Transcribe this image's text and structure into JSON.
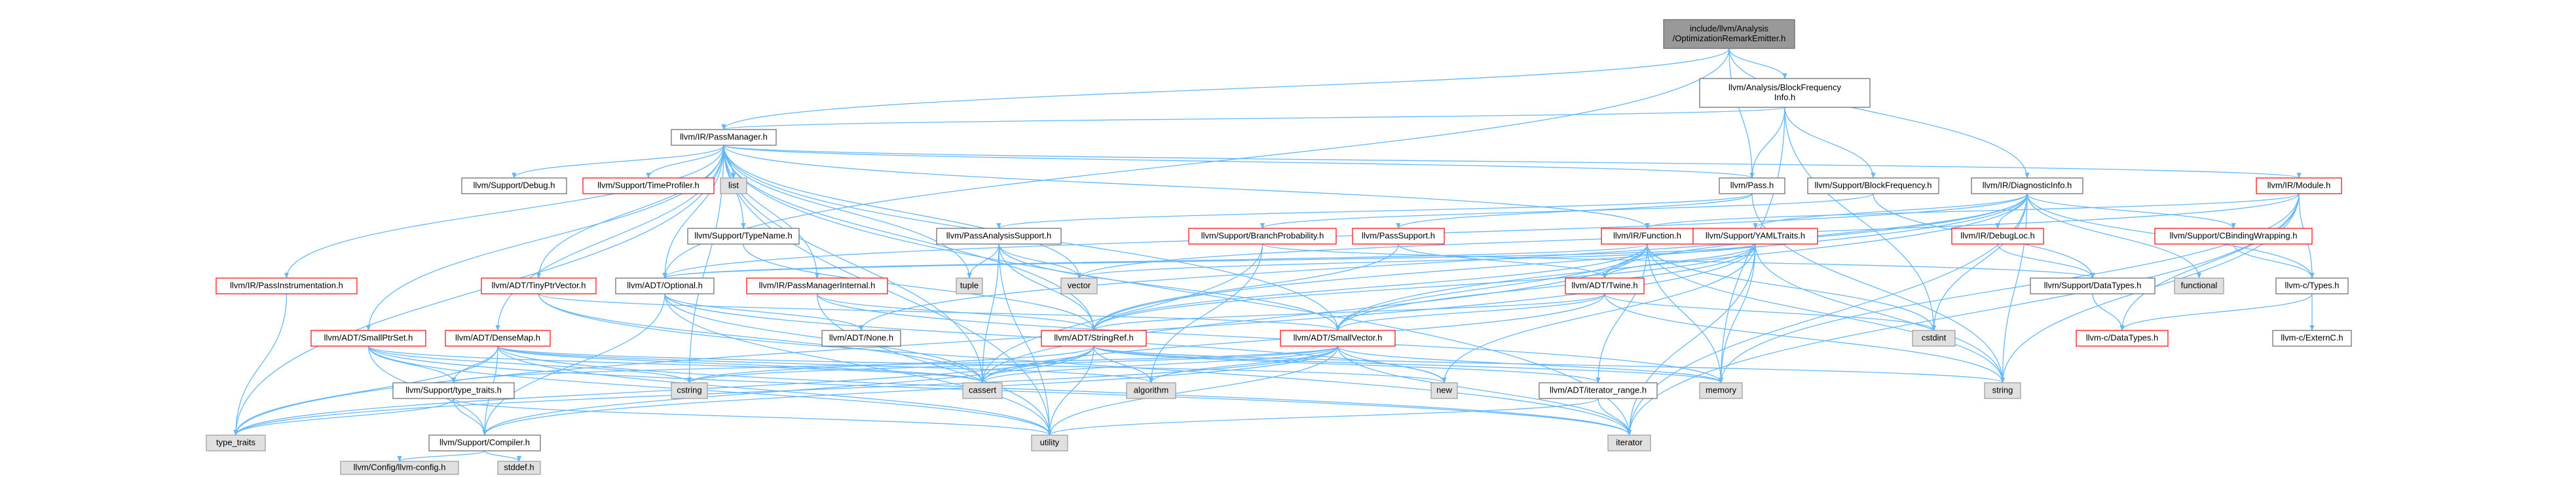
{
  "colors": {
    "edge": "#63b8ff",
    "node_border": "#666666",
    "node_fill": "#ffffff",
    "system_fill": "#e0e0e0",
    "system_border": "#999999",
    "truncated_border": "#ff0000",
    "root_fill": "#999999",
    "root_border": "#666666",
    "text": "#000000"
  },
  "nodes": [
    {
      "id": "root",
      "label": [
        "include/llvm/Analysis",
        "/OptimizationRemarkEmitter.h"
      ],
      "kind": "root"
    },
    {
      "id": "bfi",
      "label": [
        "llvm/Analysis/BlockFrequency",
        "Info.h"
      ],
      "kind": "normal"
    },
    {
      "id": "pm",
      "label": [
        "llvm/IR/PassManager.h"
      ],
      "kind": "normal"
    },
    {
      "id": "debug",
      "label": [
        "llvm/Support/Debug.h"
      ],
      "kind": "normal"
    },
    {
      "id": "tprof",
      "label": [
        "llvm/Support/TimeProfiler.h"
      ],
      "kind": "truncated"
    },
    {
      "id": "list",
      "label": [
        "list"
      ],
      "kind": "system"
    },
    {
      "id": "pass",
      "label": [
        "llvm/Pass.h"
      ],
      "kind": "normal"
    },
    {
      "id": "bfreq",
      "label": [
        "llvm/Support/BlockFrequency.h"
      ],
      "kind": "normal"
    },
    {
      "id": "diag",
      "label": [
        "llvm/IR/DiagnosticInfo.h"
      ],
      "kind": "normal"
    },
    {
      "id": "module",
      "label": [
        "llvm/IR/Module.h"
      ],
      "kind": "truncated"
    },
    {
      "id": "typename",
      "label": [
        "llvm/Support/TypeName.h"
      ],
      "kind": "normal"
    },
    {
      "id": "pas",
      "label": [
        "llvm/PassAnalysisSupport.h"
      ],
      "kind": "normal"
    },
    {
      "id": "bprob",
      "label": [
        "llvm/Support/BranchProbability.h"
      ],
      "kind": "truncated"
    },
    {
      "id": "psup",
      "label": [
        "llvm/PassSupport.h"
      ],
      "kind": "truncated"
    },
    {
      "id": "func",
      "label": [
        "llvm/IR/Function.h"
      ],
      "kind": "truncated"
    },
    {
      "id": "yaml",
      "label": [
        "llvm/Support/YAMLTraits.h"
      ],
      "kind": "truncated"
    },
    {
      "id": "debugloc",
      "label": [
        "llvm/IR/DebugLoc.h"
      ],
      "kind": "truncated"
    },
    {
      "id": "cbind",
      "label": [
        "llvm/Support/CBindingWrapping.h"
      ],
      "kind": "truncated"
    },
    {
      "id": "pinstr",
      "label": [
        "llvm/IR/PassInstrumentation.h"
      ],
      "kind": "truncated"
    },
    {
      "id": "tinyptr",
      "label": [
        "llvm/ADT/TinyPtrVector.h"
      ],
      "kind": "truncated"
    },
    {
      "id": "optional",
      "label": [
        "llvm/ADT/Optional.h"
      ],
      "kind": "normal"
    },
    {
      "id": "pmint",
      "label": [
        "llvm/IR/PassManagerInternal.h"
      ],
      "kind": "truncated"
    },
    {
      "id": "tuple",
      "label": [
        "tuple"
      ],
      "kind": "system"
    },
    {
      "id": "vector",
      "label": [
        "vector"
      ],
      "kind": "system"
    },
    {
      "id": "twine",
      "label": [
        "llvm/ADT/Twine.h"
      ],
      "kind": "truncated"
    },
    {
      "id": "datatypes",
      "label": [
        "llvm/Support/DataTypes.h"
      ],
      "kind": "normal"
    },
    {
      "id": "functional",
      "label": [
        "functional"
      ],
      "kind": "system"
    },
    {
      "id": "ctypes",
      "label": [
        "llvm-c/Types.h"
      ],
      "kind": "normal"
    },
    {
      "id": "smallptrset",
      "label": [
        "llvm/ADT/SmallPtrSet.h"
      ],
      "kind": "truncated"
    },
    {
      "id": "densemap",
      "label": [
        "llvm/ADT/DenseMap.h"
      ],
      "kind": "truncated"
    },
    {
      "id": "none",
      "label": [
        "llvm/ADT/None.h"
      ],
      "kind": "normal"
    },
    {
      "id": "stringref",
      "label": [
        "llvm/ADT/StringRef.h"
      ],
      "kind": "truncated"
    },
    {
      "id": "smallvec",
      "label": [
        "llvm/ADT/SmallVector.h"
      ],
      "kind": "truncated"
    },
    {
      "id": "cstdint",
      "label": [
        "cstdint"
      ],
      "kind": "system"
    },
    {
      "id": "cdatatypes",
      "label": [
        "llvm-c/DataTypes.h"
      ],
      "kind": "truncated"
    },
    {
      "id": "externc",
      "label": [
        "llvm-c/ExternC.h"
      ],
      "kind": "normal"
    },
    {
      "id": "typetraits_s",
      "label": [
        "llvm/Support/type_traits.h"
      ],
      "kind": "normal"
    },
    {
      "id": "cstring",
      "label": [
        "cstring"
      ],
      "kind": "system"
    },
    {
      "id": "cassert",
      "label": [
        "cassert"
      ],
      "kind": "system"
    },
    {
      "id": "algorithm",
      "label": [
        "algorithm"
      ],
      "kind": "system"
    },
    {
      "id": "new",
      "label": [
        "new"
      ],
      "kind": "system"
    },
    {
      "id": "iterrange",
      "label": [
        "llvm/ADT/iterator_range.h"
      ],
      "kind": "normal"
    },
    {
      "id": "memory",
      "label": [
        "memory"
      ],
      "kind": "system"
    },
    {
      "id": "string",
      "label": [
        "string"
      ],
      "kind": "system"
    },
    {
      "id": "type_traits",
      "label": [
        "type_traits"
      ],
      "kind": "system"
    },
    {
      "id": "compiler",
      "label": [
        "llvm/Support/Compiler.h"
      ],
      "kind": "normal"
    },
    {
      "id": "utility",
      "label": [
        "utility"
      ],
      "kind": "system"
    },
    {
      "id": "iterator",
      "label": [
        "iterator"
      ],
      "kind": "system"
    },
    {
      "id": "config",
      "label": [
        "llvm/Config/llvm-config.h"
      ],
      "kind": "system"
    },
    {
      "id": "cstddef",
      "label": [
        "stddef.h"
      ],
      "kind": "system"
    }
  ],
  "edges": [
    [
      "root",
      "bfi"
    ],
    [
      "root",
      "pm"
    ],
    [
      "root",
      "pass"
    ],
    [
      "root",
      "diag"
    ],
    [
      "root",
      "optional"
    ],
    [
      "bfi",
      "pm"
    ],
    [
      "bfi",
      "pass"
    ],
    [
      "bfi",
      "bfreq"
    ],
    [
      "bfi",
      "cstdint"
    ],
    [
      "bfi",
      "memory"
    ],
    [
      "pm",
      "debug"
    ],
    [
      "pm",
      "tprof"
    ],
    [
      "pm",
      "list"
    ],
    [
      "pm",
      "pass"
    ],
    [
      "pm",
      "module"
    ],
    [
      "pm",
      "typename"
    ],
    [
      "pm",
      "pinstr"
    ],
    [
      "pm",
      "tinyptr"
    ],
    [
      "pm",
      "optional"
    ],
    [
      "pm",
      "pmint"
    ],
    [
      "pm",
      "tuple"
    ],
    [
      "pm",
      "vector"
    ],
    [
      "pm",
      "func"
    ],
    [
      "pm",
      "smallptrset"
    ],
    [
      "pm",
      "densemap"
    ],
    [
      "pm",
      "stringref"
    ],
    [
      "pm",
      "smallvec"
    ],
    [
      "pm",
      "cassert"
    ],
    [
      "pm",
      "cstring"
    ],
    [
      "pm",
      "iterator"
    ],
    [
      "pm",
      "type_traits"
    ],
    [
      "pm",
      "utility"
    ],
    [
      "pass",
      "pas"
    ],
    [
      "pass",
      "psup"
    ],
    [
      "pass",
      "string"
    ],
    [
      "bfreq",
      "bprob"
    ],
    [
      "bfreq",
      "datatypes"
    ],
    [
      "diag",
      "debugloc"
    ],
    [
      "diag",
      "yaml"
    ],
    [
      "diag",
      "twine"
    ],
    [
      "diag",
      "cbind"
    ],
    [
      "diag",
      "ctypes"
    ],
    [
      "diag",
      "functional"
    ],
    [
      "diag",
      "iterator"
    ],
    [
      "diag",
      "string"
    ],
    [
      "diag",
      "smallvec"
    ],
    [
      "diag",
      "stringref"
    ],
    [
      "diag",
      "cstdint"
    ],
    [
      "diag",
      "optional"
    ],
    [
      "diag",
      "none"
    ],
    [
      "module",
      "func"
    ],
    [
      "module",
      "cdatatypes"
    ],
    [
      "module",
      "ctypes"
    ],
    [
      "module",
      "iterator"
    ],
    [
      "module",
      "memory"
    ],
    [
      "module",
      "string"
    ],
    [
      "module",
      "vector"
    ],
    [
      "typename",
      "stringref"
    ],
    [
      "pas",
      "tuple"
    ],
    [
      "pas",
      "vector"
    ],
    [
      "pas",
      "cassert"
    ],
    [
      "pas",
      "smallvec"
    ],
    [
      "pas",
      "stringref"
    ],
    [
      "pas",
      "utility"
    ],
    [
      "bprob",
      "datatypes"
    ],
    [
      "bprob",
      "algorithm"
    ],
    [
      "bprob",
      "cassert"
    ],
    [
      "psup",
      "stringref"
    ],
    [
      "psup",
      "twine"
    ],
    [
      "func",
      "twine"
    ],
    [
      "func",
      "stringref"
    ],
    [
      "func",
      "iterrange"
    ],
    [
      "func",
      "smallvec"
    ],
    [
      "func",
      "optional"
    ],
    [
      "func",
      "cassert"
    ],
    [
      "func",
      "memory"
    ],
    [
      "func",
      "string"
    ],
    [
      "func",
      "cstdint"
    ],
    [
      "yaml",
      "stringref"
    ],
    [
      "yaml",
      "twine"
    ],
    [
      "yaml",
      "smallvec"
    ],
    [
      "yaml",
      "optional"
    ],
    [
      "yaml",
      "memory"
    ],
    [
      "yaml",
      "string"
    ],
    [
      "yaml",
      "vector"
    ],
    [
      "yaml",
      "new"
    ],
    [
      "yaml",
      "type_traits"
    ],
    [
      "yaml",
      "iterator"
    ],
    [
      "debugloc",
      "datatypes"
    ],
    [
      "cbind",
      "ctypes"
    ],
    [
      "pinstr",
      "type_traits"
    ],
    [
      "tinyptr",
      "smallvec"
    ],
    [
      "tinyptr",
      "iterator"
    ],
    [
      "tinyptr",
      "cassert"
    ],
    [
      "optional",
      "none"
    ],
    [
      "optional",
      "compiler"
    ],
    [
      "optional",
      "type_traits_s"
    ],
    [
      "optional",
      "cassert"
    ],
    [
      "optional",
      "new"
    ],
    [
      "optional",
      "utility"
    ],
    [
      "pmint",
      "stringref"
    ],
    [
      "pmint",
      "memory"
    ],
    [
      "pmint",
      "utility"
    ],
    [
      "twine",
      "smallvec"
    ],
    [
      "twine",
      "stringref"
    ],
    [
      "twine",
      "cassert"
    ],
    [
      "twine",
      "cstdint"
    ],
    [
      "twine",
      "string"
    ],
    [
      "datatypes",
      "cdatatypes"
    ],
    [
      "ctypes",
      "cdatatypes"
    ],
    [
      "ctypes",
      "externc"
    ],
    [
      "smallptrset",
      "typetraits_s"
    ],
    [
      "smallptrset",
      "compiler"
    ],
    [
      "smallptrset",
      "cassert"
    ],
    [
      "smallptrset",
      "cstring"
    ],
    [
      "smallptrset",
      "iterator"
    ],
    [
      "smallptrset",
      "utility"
    ],
    [
      "densemap",
      "typetraits_s"
    ],
    [
      "densemap",
      "compiler"
    ],
    [
      "densemap",
      "algorithm"
    ],
    [
      "densemap",
      "cassert"
    ],
    [
      "densemap",
      "iterator"
    ],
    [
      "densemap",
      "new"
    ],
    [
      "densemap",
      "type_traits"
    ],
    [
      "densemap",
      "utility"
    ],
    [
      "stringref",
      "iterrange"
    ],
    [
      "stringref",
      "compiler"
    ],
    [
      "stringref",
      "algorithm"
    ],
    [
      "stringref",
      "cassert"
    ],
    [
      "stringref",
      "cstring"
    ],
    [
      "stringref",
      "memory"
    ],
    [
      "stringref",
      "string"
    ],
    [
      "stringref",
      "type_traits"
    ],
    [
      "stringref",
      "utility"
    ],
    [
      "smallvec",
      "compiler"
    ],
    [
      "smallvec",
      "typetraits_s"
    ],
    [
      "smallvec",
      "algorithm"
    ],
    [
      "smallvec",
      "cassert"
    ],
    [
      "smallvec",
      "cstring"
    ],
    [
      "smallvec",
      "iterator"
    ],
    [
      "smallvec",
      "memory"
    ],
    [
      "smallvec",
      "new"
    ],
    [
      "smallvec",
      "type_traits"
    ],
    [
      "smallvec",
      "utility"
    ],
    [
      "iterrange",
      "utility"
    ],
    [
      "iterrange",
      "iterator"
    ],
    [
      "typetraits_s",
      "compiler"
    ],
    [
      "typetraits_s",
      "type_traits"
    ],
    [
      "typetraits_s",
      "utility"
    ],
    [
      "compiler",
      "config"
    ],
    [
      "compiler",
      "cstddef"
    ]
  ]
}
